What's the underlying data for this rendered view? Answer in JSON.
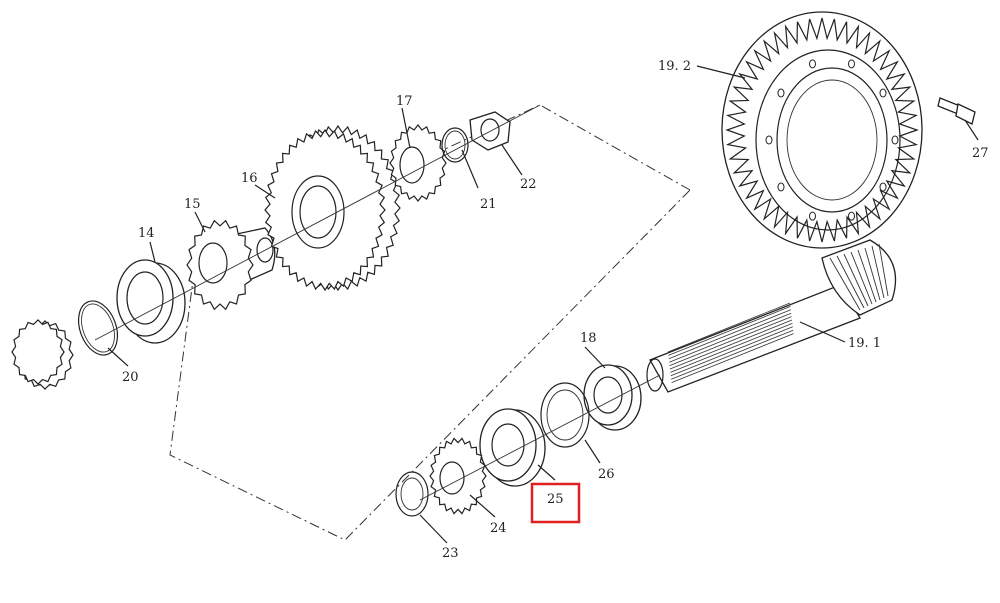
{
  "labels": {
    "p14": "14",
    "p15": "15",
    "p16": "16",
    "p17": "17",
    "p18": "18",
    "p19_1": "19. 1",
    "p19_2": "19. 2",
    "p20": "20",
    "p21": "21",
    "p22": "22",
    "p23": "23",
    "p24": "24",
    "p25": "25",
    "p26": "26",
    "p27": "27"
  },
  "highlight": {
    "part": "25",
    "color": "#e02020"
  }
}
